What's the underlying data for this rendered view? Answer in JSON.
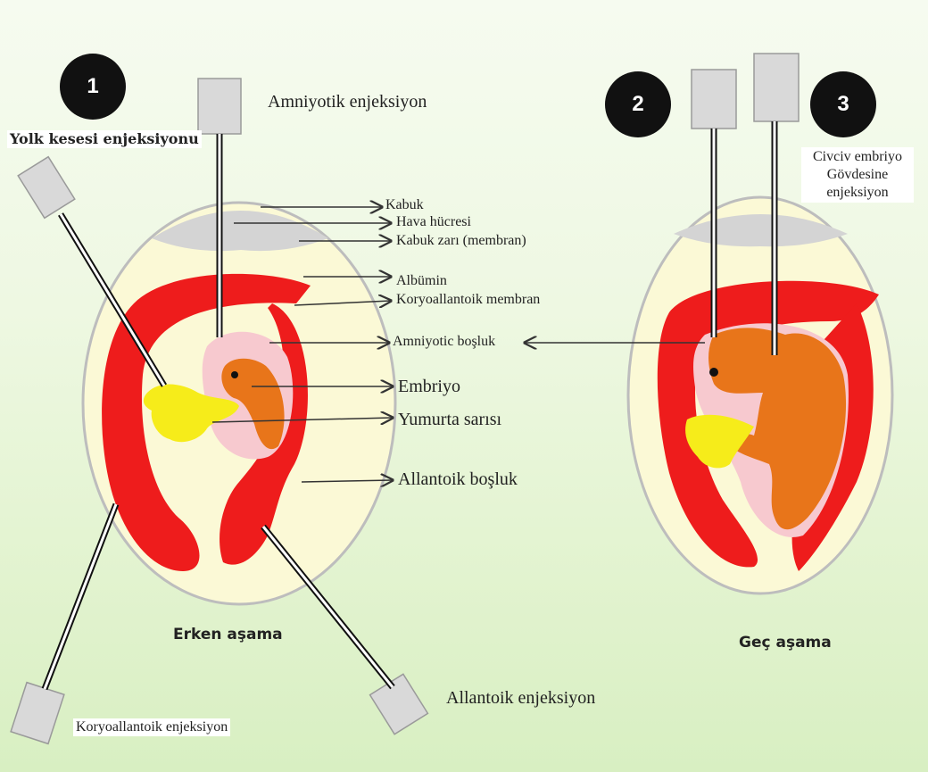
{
  "badges": {
    "one": "1",
    "two": "2",
    "three": "3"
  },
  "injections": {
    "yolk_sac": "Yolk kesesi enjeksiyonu",
    "amniotic": "Amniyotik enjeksiyon",
    "chorioallantoic": "Koryoallantoik enjeksiyon",
    "allantoic": "Allantoik enjeksiyon",
    "embryo_body_line1": "Civciv embriyo",
    "embryo_body_line2": "Gövdesine",
    "embryo_body_line3": "enjeksiyon"
  },
  "parts": {
    "shell": "Kabuk",
    "air_cell": "Hava hücresi",
    "shell_membrane": "Kabuk zarı (membran)",
    "albumin": "Albümin",
    "chorioallantoic_membrane": "Koryoallantoik membran",
    "amniotic_cavity": "Amniyotic boşluk",
    "embryo": "Embriyo",
    "yolk": "Yumurta sarısı",
    "allantoic_cavity": "Allantoik boşluk"
  },
  "stages": {
    "early": "Erken aşama",
    "late": "Geç aşama"
  },
  "colors": {
    "shell_fill": "#fbf9d6",
    "air_cell": "#d4d4d4",
    "membrane": "#ee1c1c",
    "amnion": "#f7c9cf",
    "embryo": "#e8751a",
    "yolk": "#f6ec1a",
    "syringe": "#d9d9d9"
  }
}
